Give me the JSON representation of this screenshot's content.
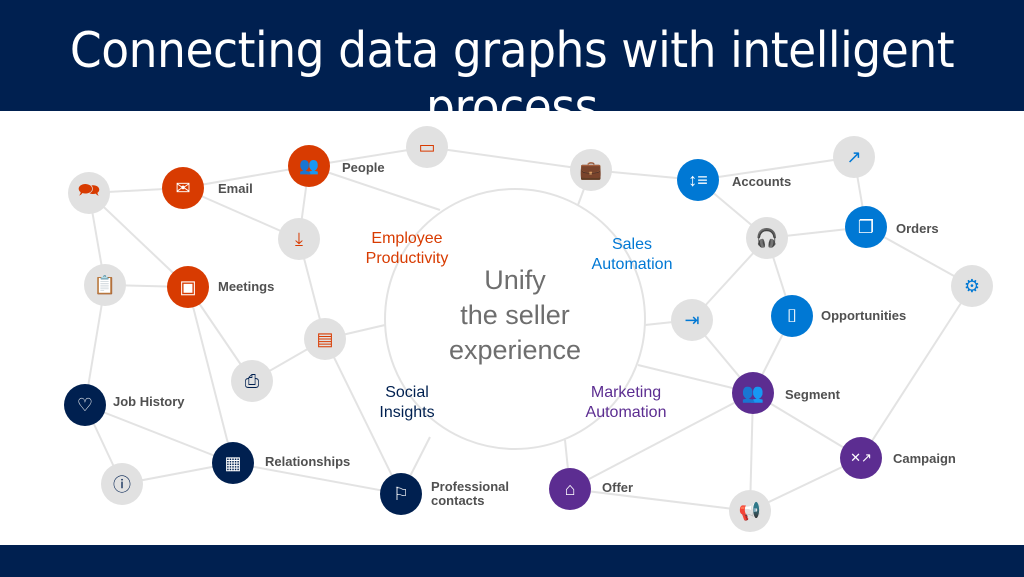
{
  "header": {
    "title": "Connecting data graphs with intelligent process"
  },
  "hub": {
    "line1": "Unify",
    "line2": "the seller",
    "line3": "experience"
  },
  "categories": {
    "employee": {
      "line1": "Employee",
      "line2": "Productivity",
      "color": "#d83b01"
    },
    "sales": {
      "line1": "Sales",
      "line2": "Automation",
      "color": "#0078d4"
    },
    "social": {
      "line1": "Social",
      "line2": "Insights",
      "color": "#002050"
    },
    "marketing": {
      "line1": "Marketing",
      "line2": "Automation",
      "color": "#5c2d91"
    }
  },
  "nodes": {
    "email": {
      "label": "Email",
      "icon": "mail-icon"
    },
    "people": {
      "label": "People",
      "icon": "people-icon"
    },
    "meetings": {
      "label": "Meetings",
      "icon": "contact-card-icon"
    },
    "job_history": {
      "label": "Job History",
      "icon": "calendar-heart-icon"
    },
    "relationships": {
      "label": "Relationships",
      "icon": "browser-window-icon"
    },
    "professional_contacts": {
      "label1": "Professional",
      "label2": "contacts",
      "icon": "flag-icon"
    },
    "accounts": {
      "label": "Accounts",
      "icon": "sort-list-icon"
    },
    "orders": {
      "label": "Orders",
      "icon": "documents-icon"
    },
    "opportunities": {
      "label": "Opportunities",
      "icon": "door-icon"
    },
    "segment": {
      "label": "Segment",
      "icon": "group-icon"
    },
    "campaign": {
      "label": "Campaign",
      "icon": "strategy-icon"
    },
    "offer": {
      "label": "Offer",
      "icon": "tag-icon"
    }
  },
  "colors": {
    "orange": "#d83b01",
    "blue": "#0078d4",
    "navy": "#002050",
    "purple": "#5c2d91",
    "gray": "#e1e1e1",
    "header": "#002050"
  }
}
